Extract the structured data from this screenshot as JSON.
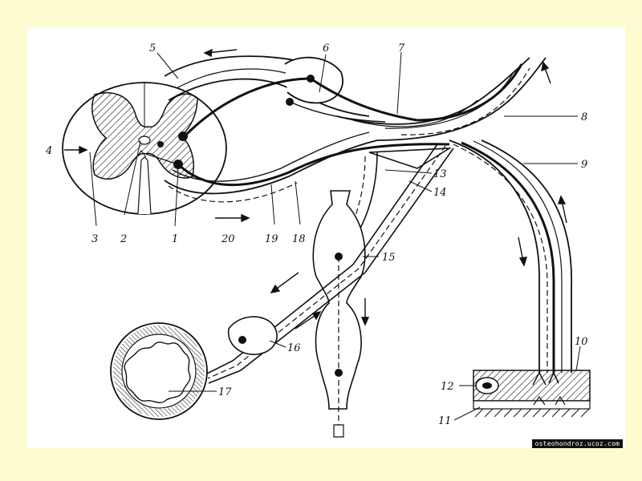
{
  "colors": {
    "background": "#fdfbd0",
    "panel": "#ffffff",
    "ink": "#111111"
  },
  "labels": {
    "l1": "1",
    "l2": "2",
    "l3": "3",
    "l4": "4",
    "l5": "5",
    "l6": "6",
    "l7": "7",
    "l8": "8",
    "l9": "9",
    "l10": "10",
    "l11": "11",
    "l12": "12",
    "l13": "13",
    "l14": "14",
    "l15": "15",
    "l16": "16",
    "l17": "17",
    "l18": "18",
    "l19": "19",
    "l20": "20"
  },
  "watermark": "osteohondroz.ucoz.com"
}
